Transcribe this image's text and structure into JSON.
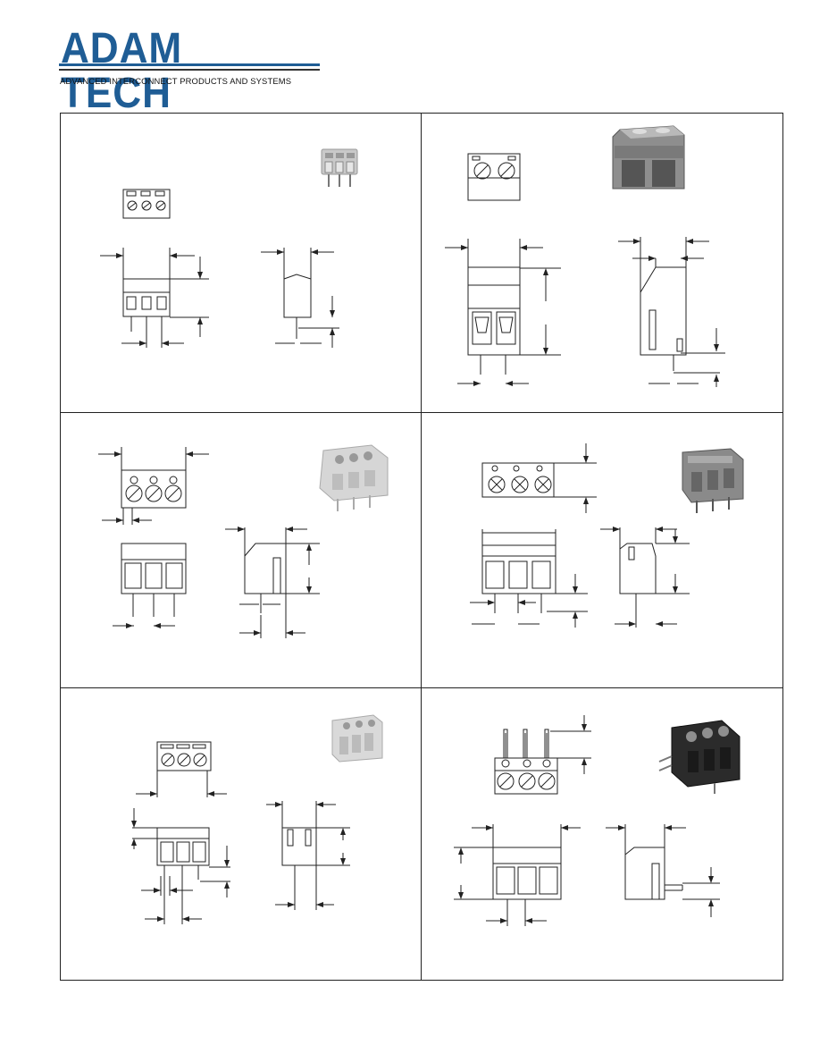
{
  "brand": {
    "name": "ADAM TECH",
    "tagline": "ADVANCED INTERCONNECT PRODUCTS AND SYSTEMS",
    "color": "#1f5d95"
  },
  "colors": {
    "line": "#222222",
    "part_light": "#c9c9c9",
    "part_mid": "#9a9a9a",
    "part_dark": "#2b2b2b",
    "part_gray": "#6e6e6e"
  },
  "panels": [
    {
      "id": "panel-1",
      "icon": "terminal-block-photo-light"
    },
    {
      "id": "panel-2",
      "icon": "terminal-block-photo-gray"
    },
    {
      "id": "panel-3",
      "icon": "terminal-block-photo-light"
    },
    {
      "id": "panel-4",
      "icon": "terminal-block-photo-mid"
    },
    {
      "id": "panel-5",
      "icon": "terminal-block-photo-light"
    },
    {
      "id": "panel-6",
      "icon": "terminal-block-photo-dark"
    }
  ]
}
